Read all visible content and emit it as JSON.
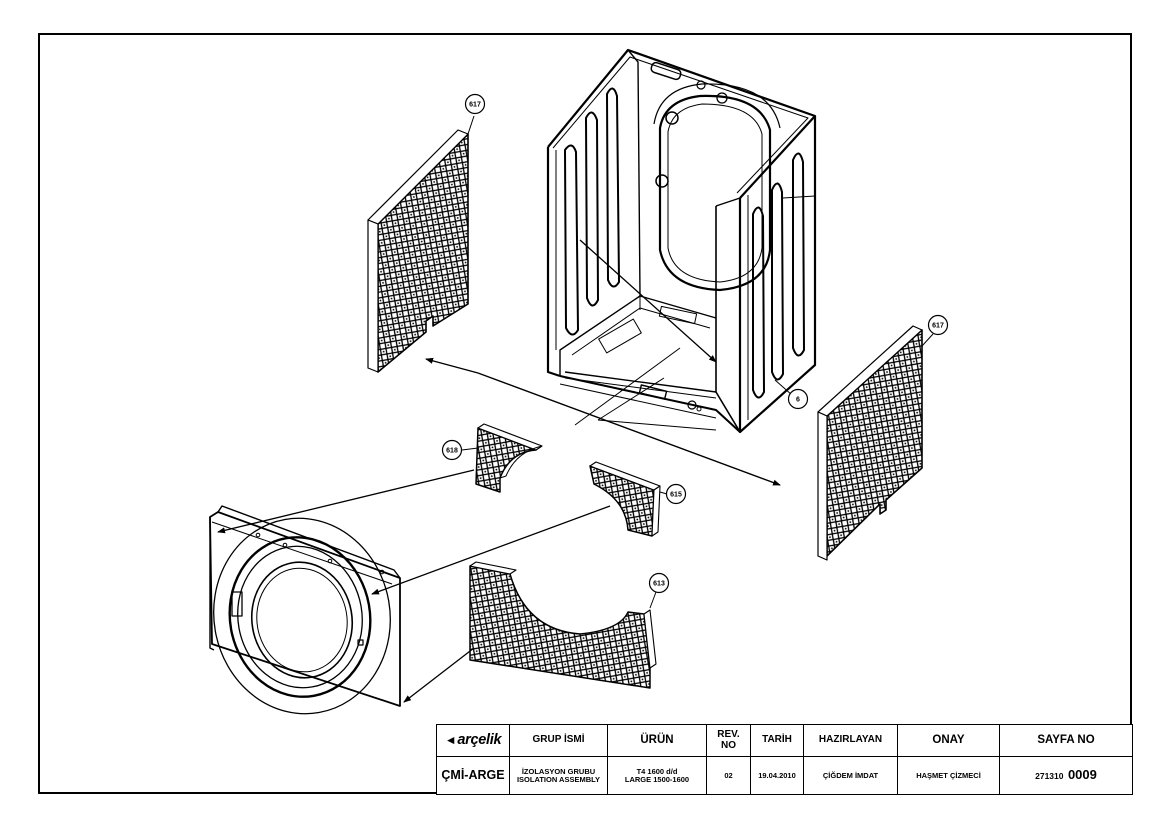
{
  "callouts": {
    "c617_left": "617",
    "c617_right": "617",
    "c6": "6",
    "c618": "618",
    "c615": "615",
    "c613": "613"
  },
  "title_block": {
    "logo_text": "arçelik",
    "logo_icon": "arcelik-swoosh-icon",
    "headers": {
      "group_name": "GRUP İSMİ",
      "product": "ÜRÜN",
      "rev": "REV. NO",
      "date": "TARİH",
      "prepared_by": "HAZIRLAYAN",
      "approval": "ONAY",
      "page_no": "SAYFA NO"
    },
    "values": {
      "department": "ÇMİ-ARGE",
      "group_name_tr": "İZOLASYON GRUBU",
      "group_name_en": "ISOLATION ASSEMBLY",
      "product_line1": "T4 1600 d/d",
      "product_line2": "LARGE 1500-1600",
      "rev": "02",
      "date": "19.04.2010",
      "prepared_by": "ÇİĞDEM İMDAT",
      "approval": "HAŞMET ÇİZMECİ",
      "page_prefix": "271310",
      "page_number": "0009"
    }
  }
}
